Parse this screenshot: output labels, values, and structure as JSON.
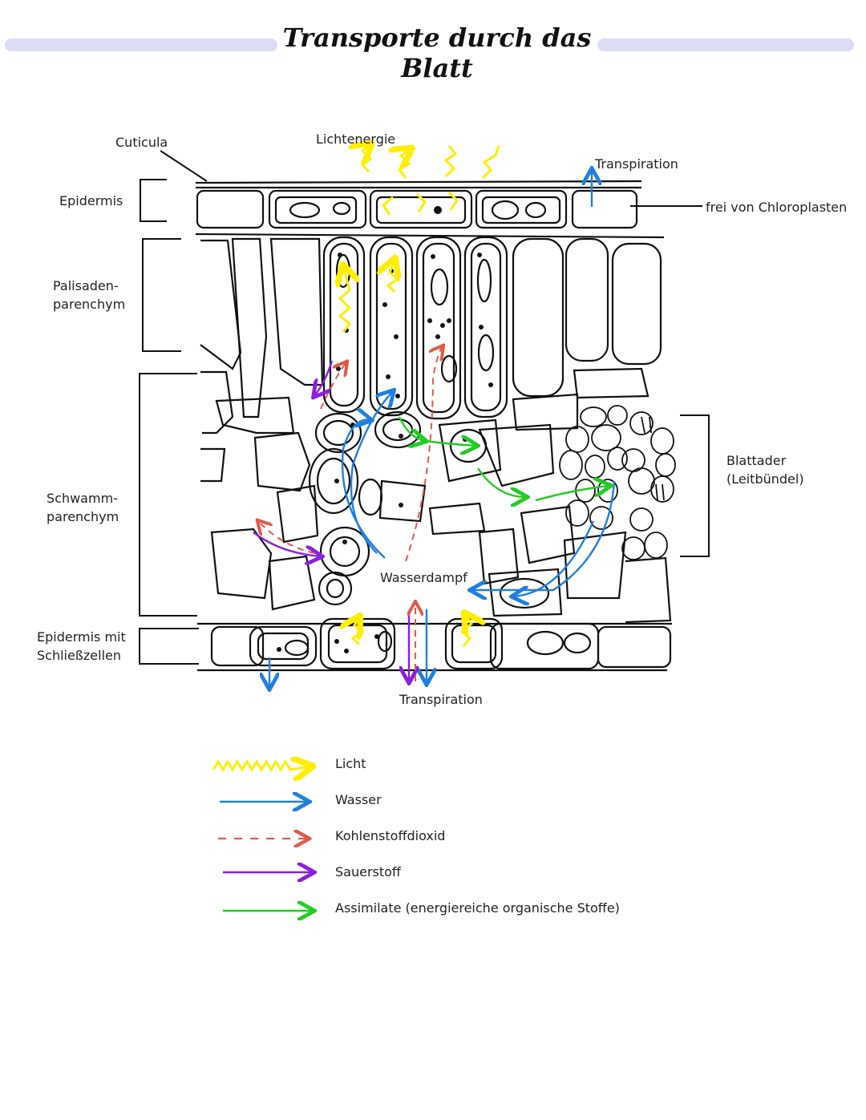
{
  "title": "Transporte durch das Blatt",
  "labels": {
    "cuticula": "Cuticula",
    "epidermis": "Epidermis",
    "palisaden": "Palisaden-\nparenchym",
    "schwamm": "Schwamm-\nparenchym",
    "epidermis_schliess": "Epidermis mit\nSchließzellen",
    "lichtenergie": "Lichtenergie",
    "transpiration_top": "Transpiration",
    "frei": "frei von Chloroplasten",
    "blattader": "Blattader\n(Leitbündel)",
    "wasserdampf": "Wasserdampf",
    "transpiration_bottom": "Transpiration"
  },
  "legend": [
    {
      "label": "Licht",
      "color": "#ffee00",
      "style": "zigzag"
    },
    {
      "label": "Wasser",
      "color": "#1e7fe0",
      "style": "solid"
    },
    {
      "label": "Kohlenstoffdioxid",
      "color": "#e05a4a",
      "style": "dashed"
    },
    {
      "label": "Sauerstoff",
      "color": "#8a1fe0",
      "style": "solid"
    },
    {
      "label": "Assimilate (energiereiche organische Stoffe)",
      "color": "#22cc22",
      "style": "solid"
    }
  ]
}
